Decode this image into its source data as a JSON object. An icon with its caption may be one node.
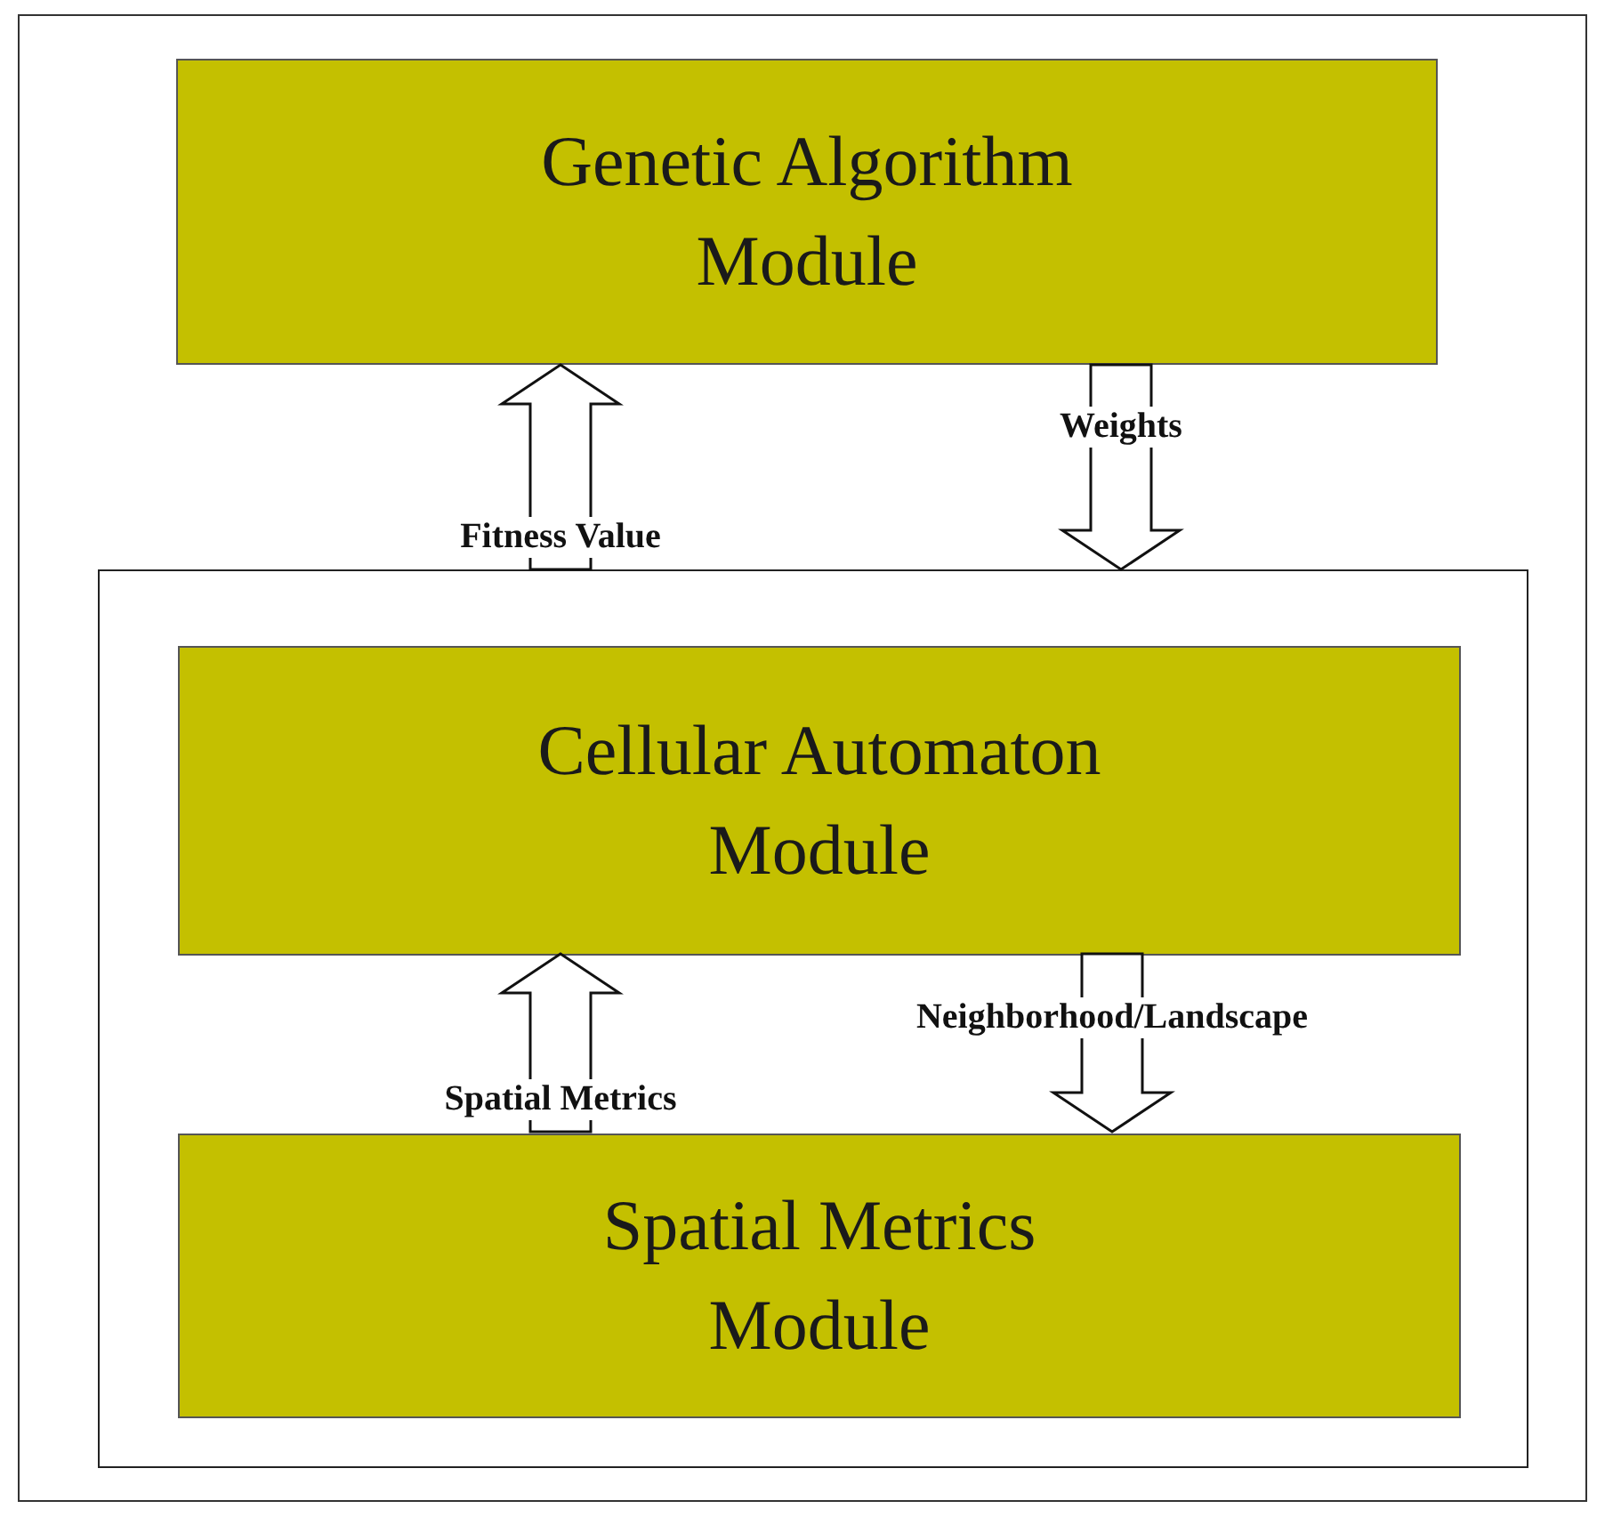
{
  "diagram": {
    "nodes": [
      {
        "text": [
          "Genetic Algorithm Module"
        ]
      },
      {
        "text": [],
        "shape": "box"
      },
      {
        "text": [
          "Cellular Automaton Module"
        ],
        "in": 1
      },
      {
        "text": [
          "Spatial Metrics Module"
        ],
        "in": 1
      }
    ],
    "edges": [
      {
        "from": 1,
        "to": 0,
        "arrow": "to",
        "label": "Fitness Value"
      },
      {
        "from": 0,
        "to": 1,
        "arrow": "to",
        "label": "Weights"
      },
      {
        "from": 3,
        "to": 2,
        "arrow": "to",
        "label": "Spatial Metrics"
      },
      {
        "from": 2,
        "to": 3,
        "arrow": "to",
        "label": "Neighborhood/Landscape"
      }
    ]
  }
}
